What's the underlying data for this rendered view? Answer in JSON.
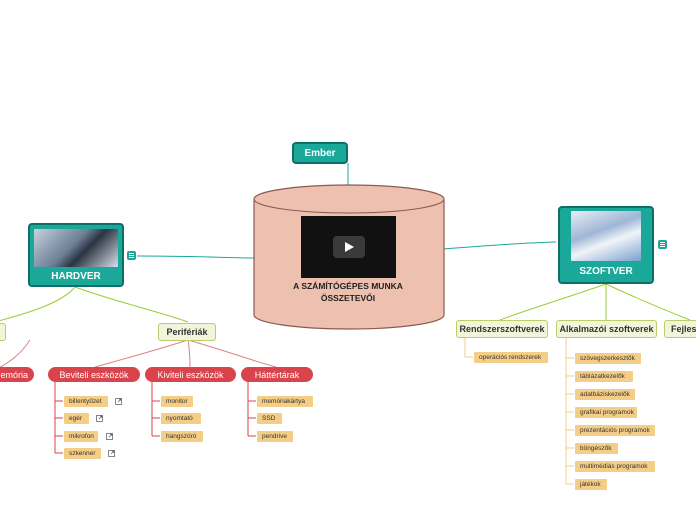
{
  "center": {
    "title_line1": "A SZÁMÍTÓGÉPES MUNKA",
    "title_line2": "ÖSSZETEVŐI"
  },
  "top": {
    "label": "Ember"
  },
  "hardver": {
    "label": "HARDVER",
    "cut_branch_label": "",
    "cut_memory_label": "emória",
    "periferiak": {
      "label": "Perifériák",
      "groups": [
        {
          "label": "Beviteli eszközök",
          "items": [
            "billentyűzet",
            "egér",
            "mikrofon",
            "szkenner"
          ]
        },
        {
          "label": "Kiviteli eszközök",
          "items": [
            "monitor",
            "nyomtató",
            "hangszóró"
          ]
        },
        {
          "label": "Háttértárak",
          "items": [
            "memóriakártya",
            "SSD",
            "pendrive"
          ]
        }
      ]
    }
  },
  "szoftver": {
    "label": "SZOFTVER",
    "branches": [
      {
        "label": "Rendszerszoftverek",
        "items": [
          "operációs rendszerek"
        ]
      },
      {
        "label": "Alkalmazói szoftverek",
        "items": [
          "szövegszerkesztők",
          "táblázatkezelők",
          "adatbáziskezelők",
          "grafikai programok",
          "prezentációs programok",
          "böngészők",
          "multimédiás programok",
          "játékok"
        ]
      },
      {
        "label": "Fejlesz"
      }
    ]
  },
  "colors": {
    "teal": "#1aa89a",
    "green_line": "#9acd32",
    "red": "#d9434b",
    "leaf": "#f4cd86",
    "center_fill": "#eec0b0"
  }
}
